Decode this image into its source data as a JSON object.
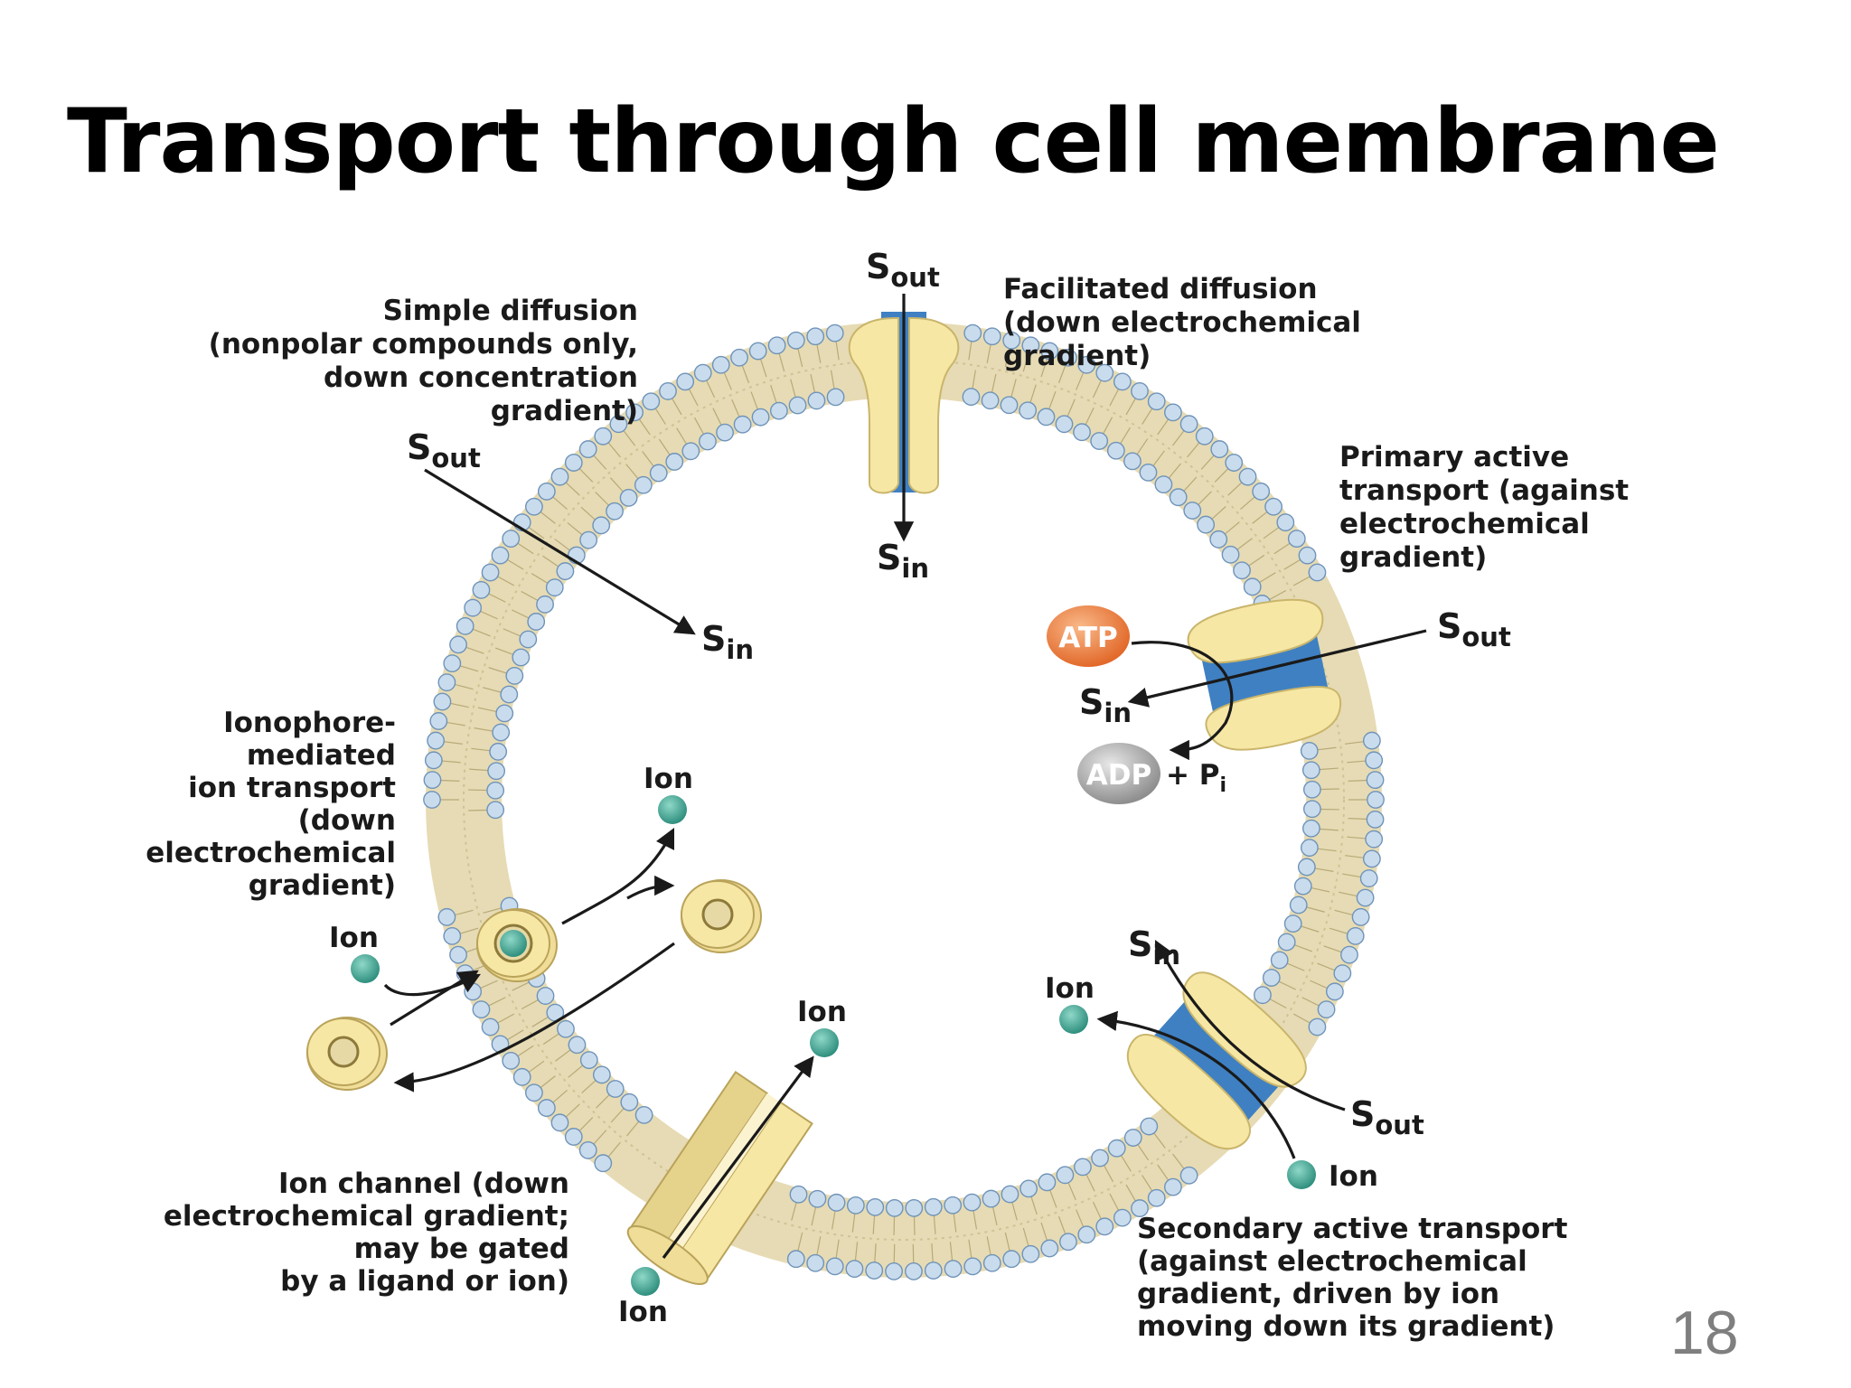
{
  "slide": {
    "title": "Transport through cell membrane",
    "page_number": "18"
  },
  "colors": {
    "lipid_head": "#c9dcee",
    "lipid_tail": "#e6dbb4",
    "protein": "#f7e7a5",
    "channel": "#3f80c2",
    "ion": "#3aa391",
    "atp": "#ea7b3c",
    "adp": "#a7a7a7"
  },
  "labels": {
    "simple_diffusion": [
      "Simple diffusion",
      "(nonpolar compounds only,",
      "down concentration",
      "gradient)"
    ],
    "facilitated_diffusion": [
      "Facilitated diffusion",
      "(down electrochemical",
      "gradient)"
    ],
    "primary_active": [
      "Primary active",
      "transport (against",
      "electrochemical",
      "gradient)"
    ],
    "ionophore": [
      "Ionophore-",
      "mediated",
      "ion transport",
      "(down",
      "electrochemical",
      "gradient)"
    ],
    "ion_channel": [
      "Ion channel (down",
      "electrochemical gradient;",
      "may be gated",
      "by a ligand or ion)"
    ],
    "secondary_active": [
      "Secondary active transport",
      "(against electrochemical",
      "gradient, driven by ion",
      "moving down its gradient)"
    ]
  },
  "symbols": {
    "s": "S",
    "out": "out",
    "in": "in",
    "ion": "Ion",
    "atp": "ATP",
    "adp": "ADP",
    "plus_p": "+ P",
    "p_sub": "i"
  }
}
